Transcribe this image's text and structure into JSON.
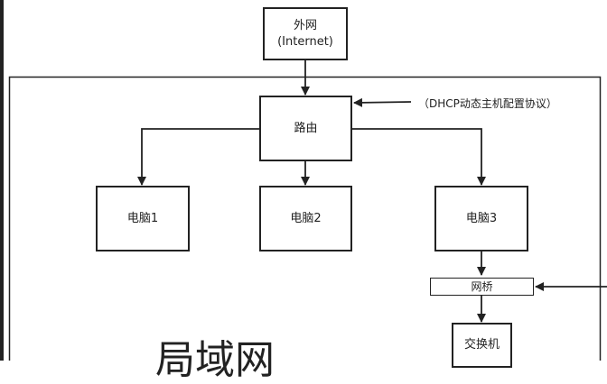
{
  "nodes": {
    "internet": {
      "line1": "外网",
      "line2": "(Internet)"
    },
    "router": {
      "label": "路由"
    },
    "pc1": {
      "label": "电脑1"
    },
    "pc2": {
      "label": "电脑2"
    },
    "pc3": {
      "label": "电脑3"
    },
    "bridge": {
      "label": "网桥"
    },
    "switch": {
      "label": "交换机"
    }
  },
  "notes": {
    "dhcp": "（DHCP动态主机配置协议）"
  },
  "region": {
    "label": "局域网"
  },
  "colors": {
    "line": "#222222",
    "background": "#ffffff"
  }
}
